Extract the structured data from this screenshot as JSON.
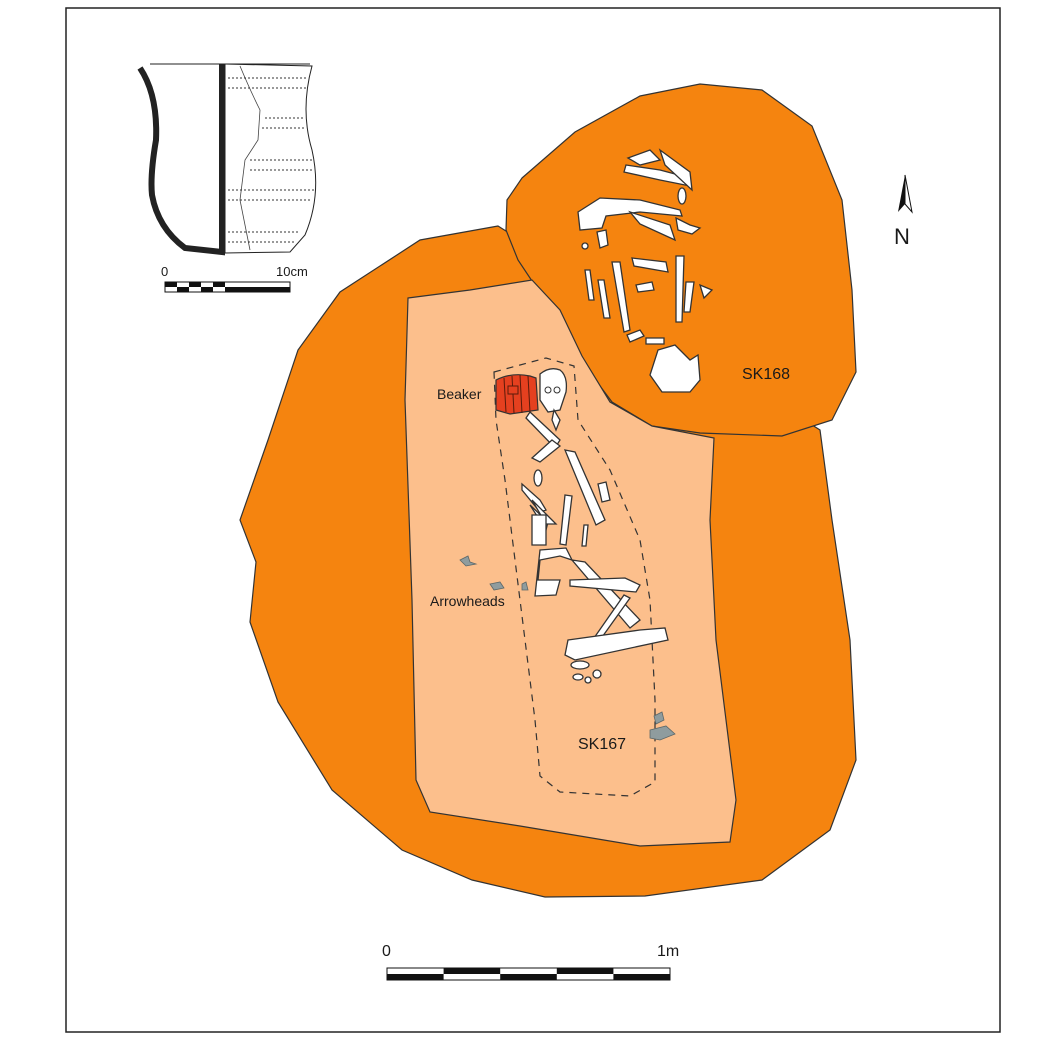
{
  "labels": {
    "beaker": "Beaker",
    "arrowheads": "Arrowheads",
    "sk167": "SK167",
    "sk168": "SK168",
    "north": "N"
  },
  "pot_scale": {
    "start": "0",
    "end": "10cm",
    "segments": 5
  },
  "plan_scale": {
    "start": "0",
    "end": "1m",
    "segments": 5
  },
  "colors": {
    "pit_fill": "#F5840F",
    "grave_fill": "#FCBF8C",
    "beaker_fill": "#E5401F",
    "bone_fill": "#FFFFFF",
    "stone_fill": "#8F9C9E",
    "outline": "#333333"
  }
}
